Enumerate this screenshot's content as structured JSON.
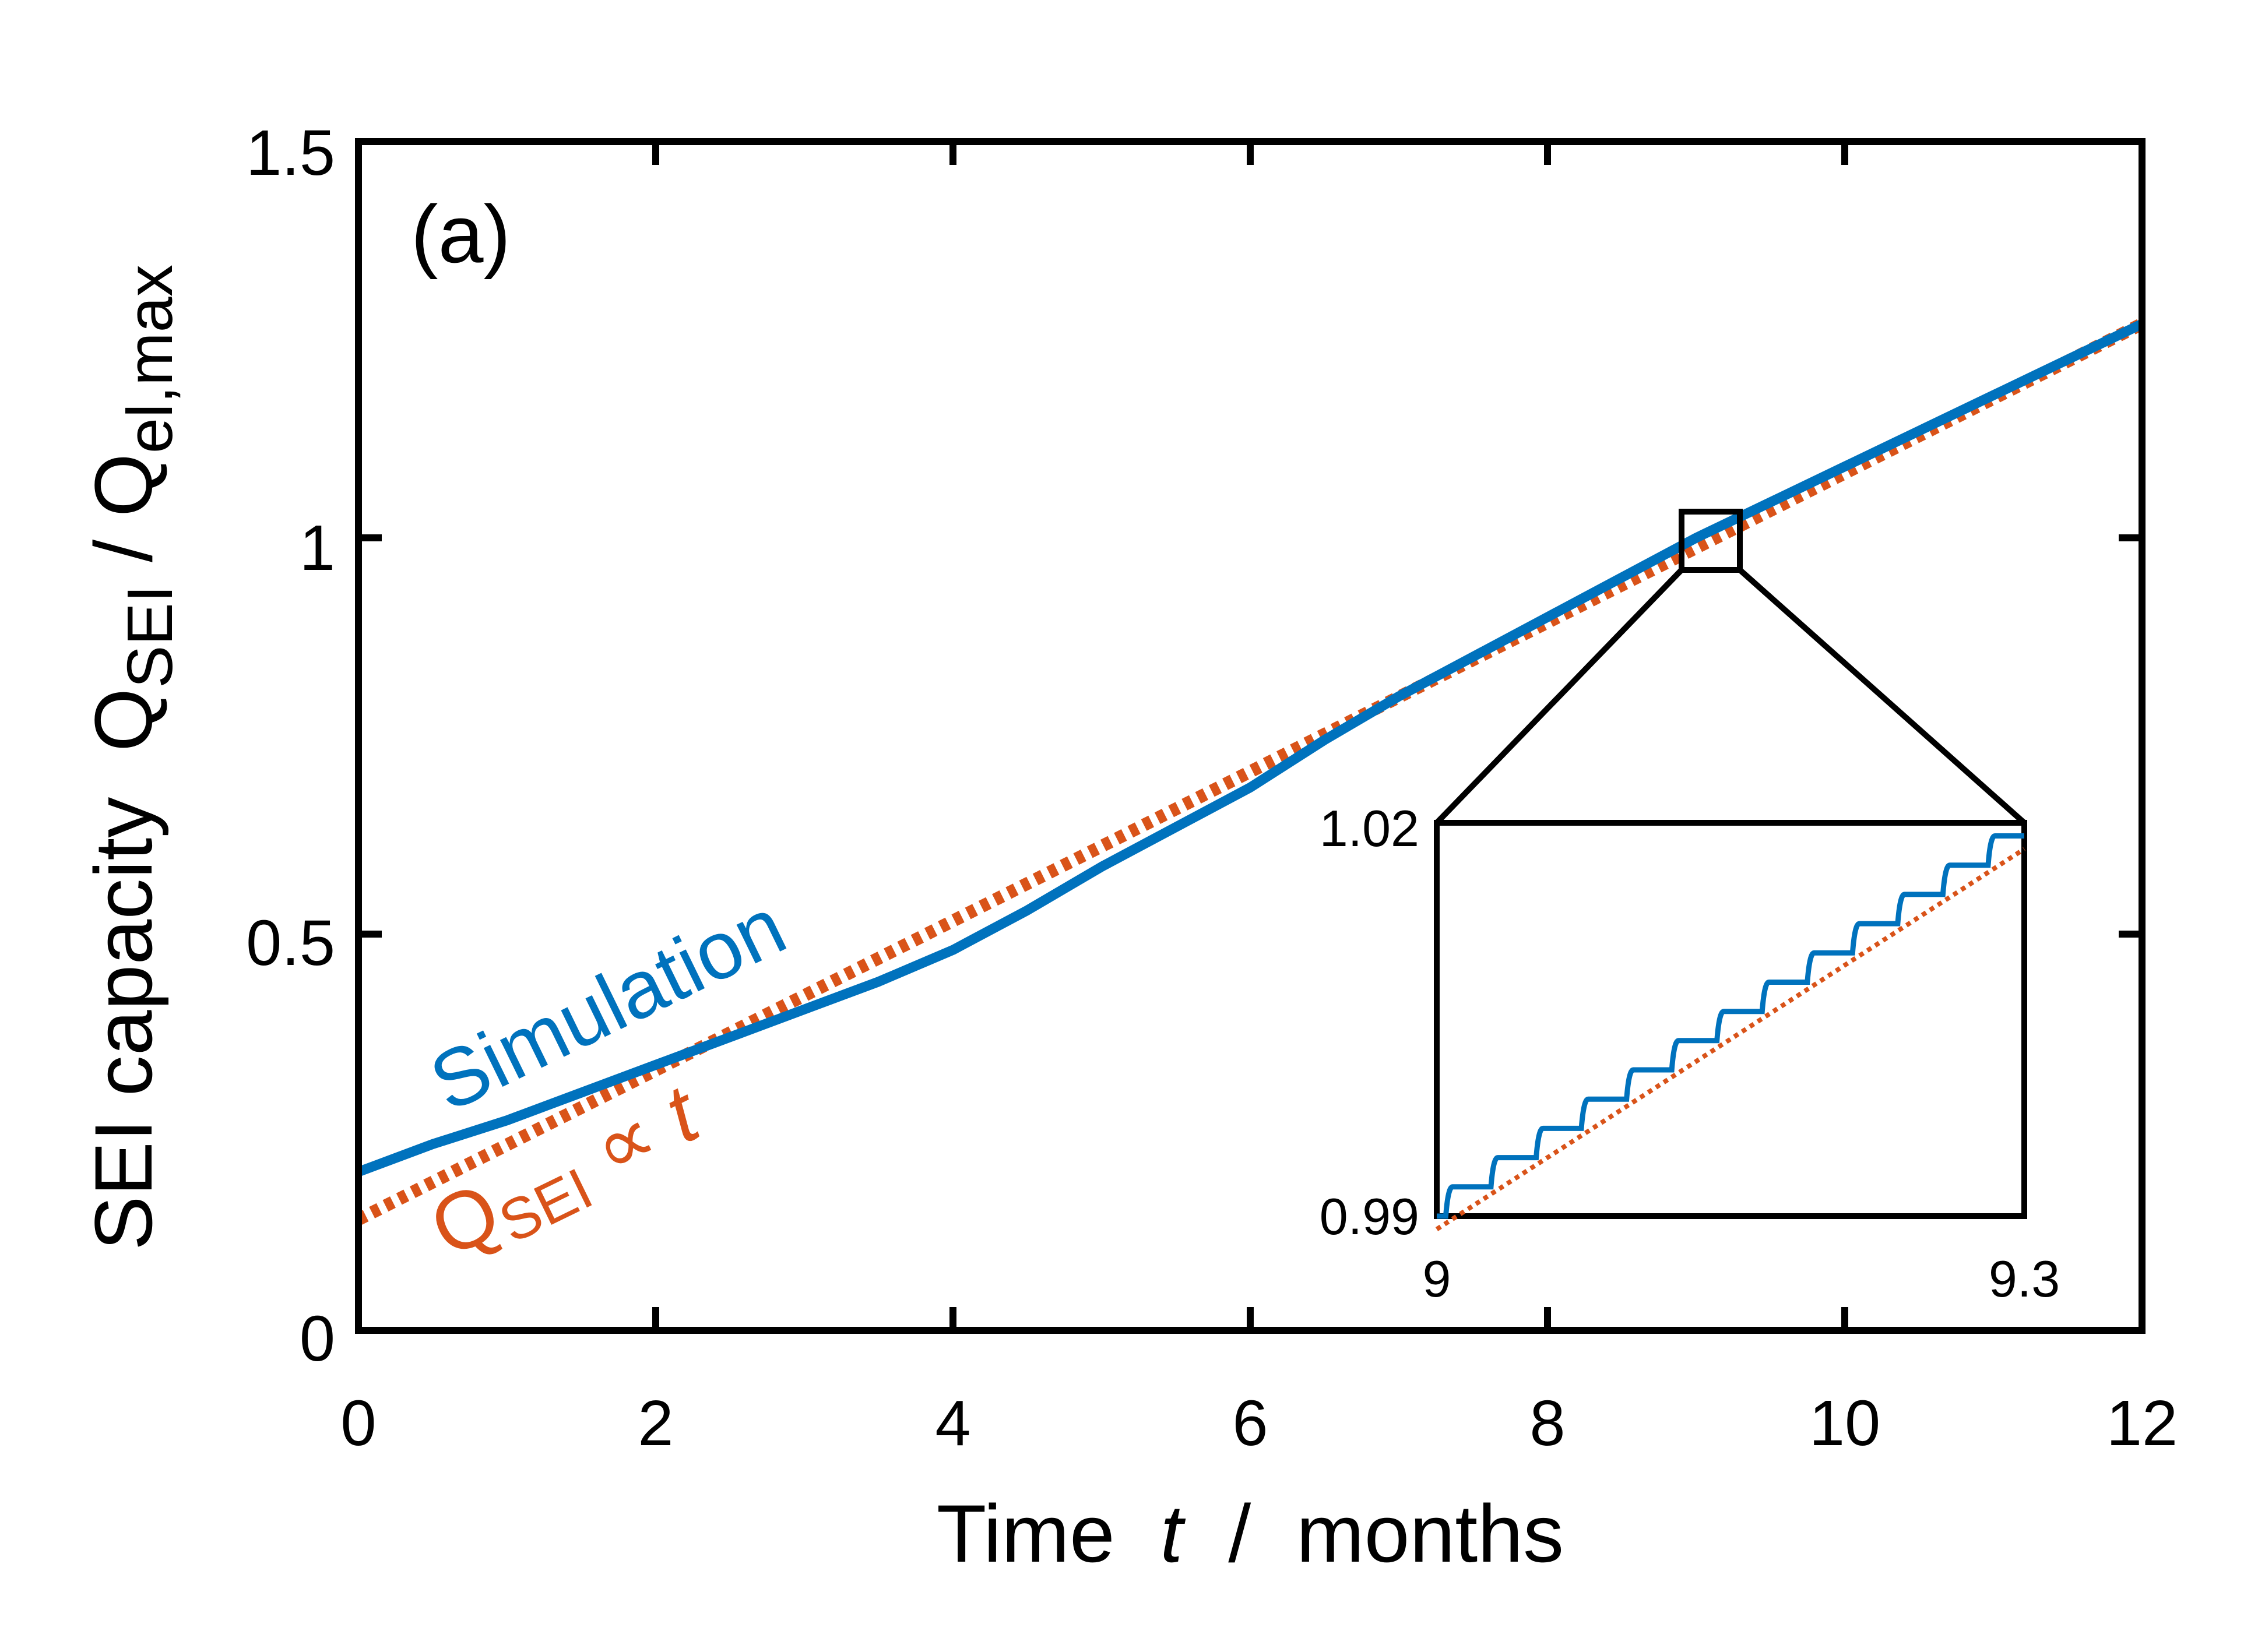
{
  "chart_data": {
    "type": "line",
    "panel_label": "(a)",
    "xlabel": {
      "pre": "Time  ",
      "var": "t",
      "post": "  /  months"
    },
    "ylabel": {
      "pre": "SEI capacity  Q",
      "sub1": "SEI",
      "mid": " / Q",
      "sub2": "el,max"
    },
    "xlim": [
      0,
      12
    ],
    "ylim": [
      0,
      1.5
    ],
    "xticks": [
      0,
      2,
      4,
      6,
      8,
      10,
      12
    ],
    "yticks": [
      0,
      0.5,
      1,
      1.5
    ],
    "xtick_labels": [
      "0",
      "2",
      "4",
      "6",
      "8",
      "10",
      "12"
    ],
    "ytick_labels": [
      "0",
      "0.5",
      "1",
      "1.5"
    ],
    "grid": false,
    "series": [
      {
        "name": "Simulation",
        "color": "#0072BD",
        "style": "solid",
        "x": [
          0,
          0.5,
          1,
          1.5,
          2,
          2.5,
          3,
          3.5,
          4,
          4.5,
          5,
          5.5,
          6,
          6.5,
          7,
          7.5,
          8,
          8.5,
          9,
          9.5,
          10,
          10.5,
          11,
          11.5,
          12
        ],
        "y": [
          0.2,
          0.235,
          0.265,
          0.3,
          0.335,
          0.37,
          0.405,
          0.44,
          0.48,
          0.53,
          0.585,
          0.635,
          0.685,
          0.745,
          0.8,
          0.85,
          0.9,
          0.95,
          1.0,
          1.045,
          1.09,
          1.135,
          1.18,
          1.225,
          1.27
        ]
      },
      {
        "name": "Q_SEI ∝ t",
        "color": "#D95319",
        "style": "dotted",
        "x": [
          0,
          12
        ],
        "y": [
          0.14,
          1.27
        ]
      }
    ],
    "annotations": {
      "simulation_label": "Simulation",
      "fit_label": {
        "q": "Q",
        "sub": "SEI",
        "prop": " ∝ ",
        "var": "t"
      }
    },
    "zoom_box": {
      "x": [
        9,
        9.3
      ],
      "y": [
        0.99,
        1.02
      ]
    },
    "inset": {
      "xlim": [
        9,
        9.3
      ],
      "ylim": [
        0.99,
        1.02
      ],
      "xtick_labels": [
        "9",
        "9.3"
      ],
      "ytick_labels": [
        "0.99",
        "1.02"
      ],
      "steps": 13,
      "sim_start": 0.99,
      "sim_end": 1.019,
      "fit_start": 0.989,
      "fit_end": 1.018
    }
  }
}
